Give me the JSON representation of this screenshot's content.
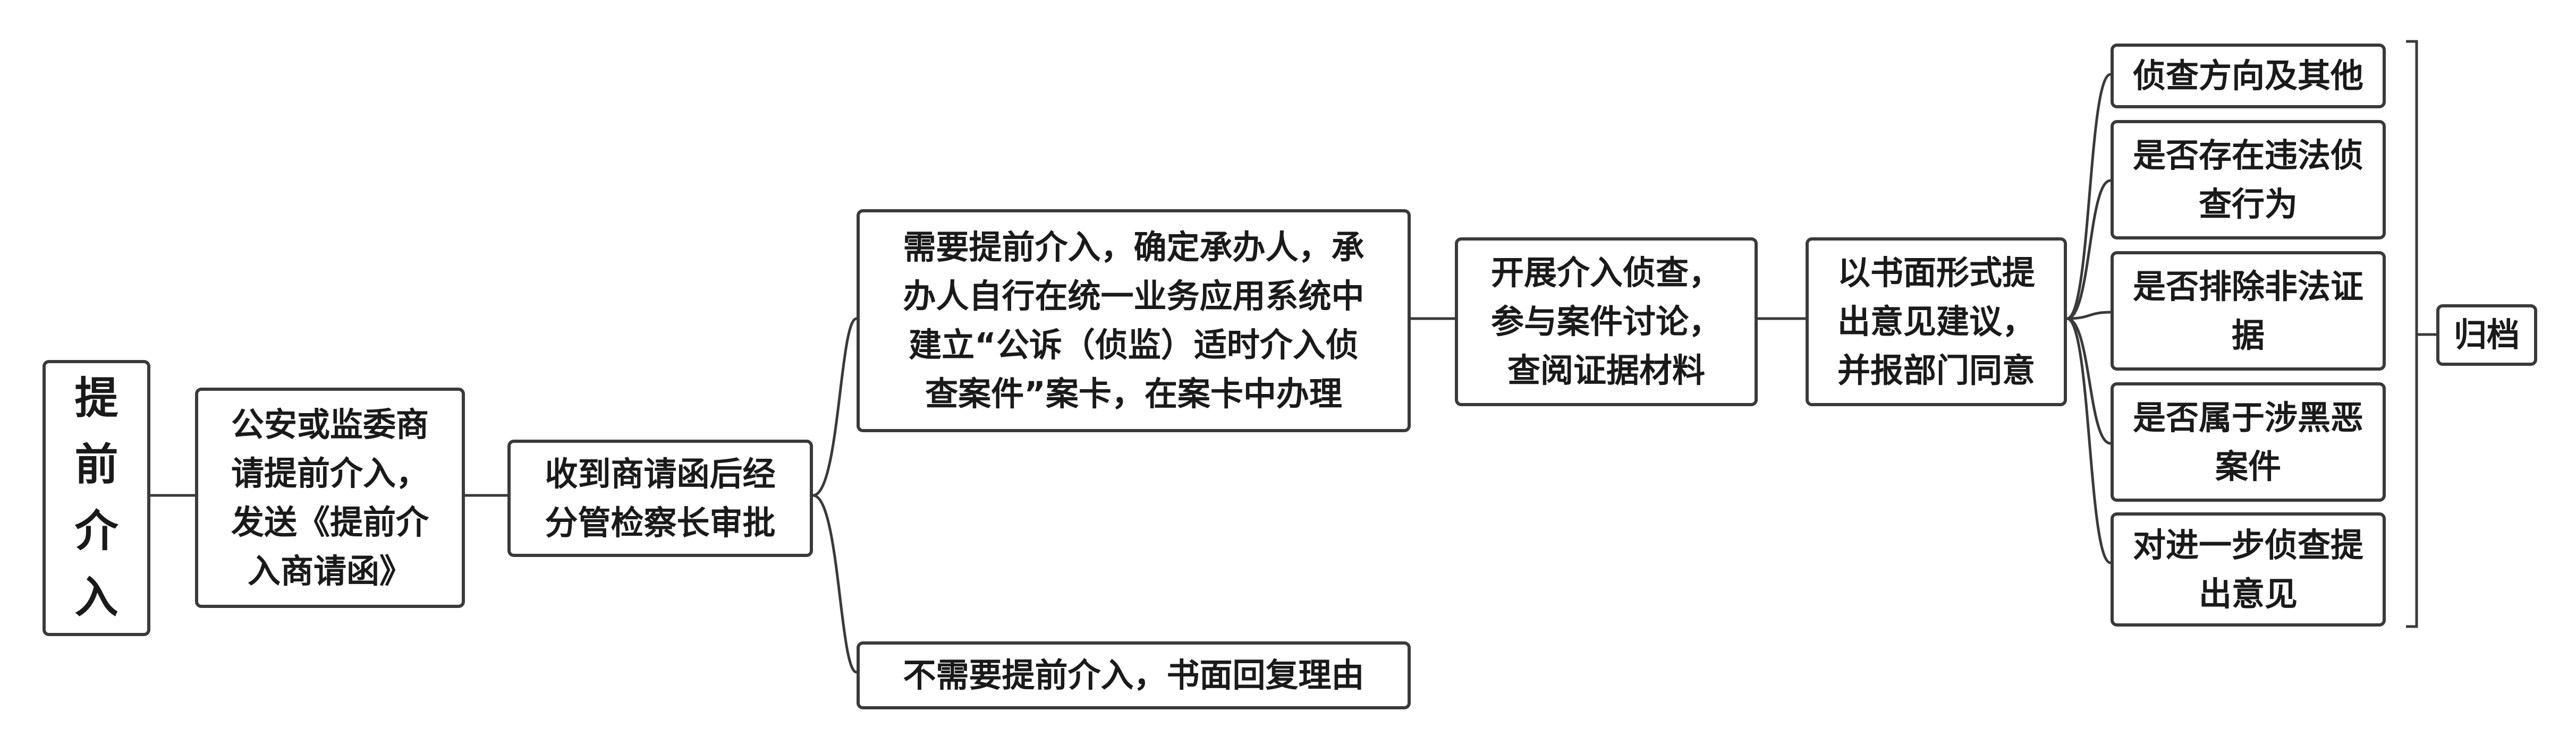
{
  "colors": {
    "line": "#3a3a3a",
    "node_border": "#3a3a3a",
    "text": "#1a1a1a",
    "background": "#ffffff"
  },
  "diagram": {
    "root": "提\n前\n介\n入",
    "step1": "公安或监委商\n请提前介入，\n发送《提前介\n入商请函》",
    "step2": "收到商请函后经\n分管检察长审批",
    "branch_yes": "需要提前介入，确定承办人，承\n办人自行在统一业务应用系统中\n建立“公诉（侦监）适时介入侦\n查案件”案卡，在案卡中办理",
    "branch_no": "不需要提前介入，书面回复理由",
    "step3": "开展介入侦查，\n参与案件讨论，\n查阅证据材料",
    "step4": "以书面形式提\n出意见建议，\n并报部门同意",
    "opinions": [
      "侦查方向及其他",
      "是否存在违法侦\n查行为",
      "是否排除非法证\n据",
      "是否属于涉黑恶\n案件",
      "对进一步侦查提\n出意见"
    ],
    "archive": "归档"
  }
}
